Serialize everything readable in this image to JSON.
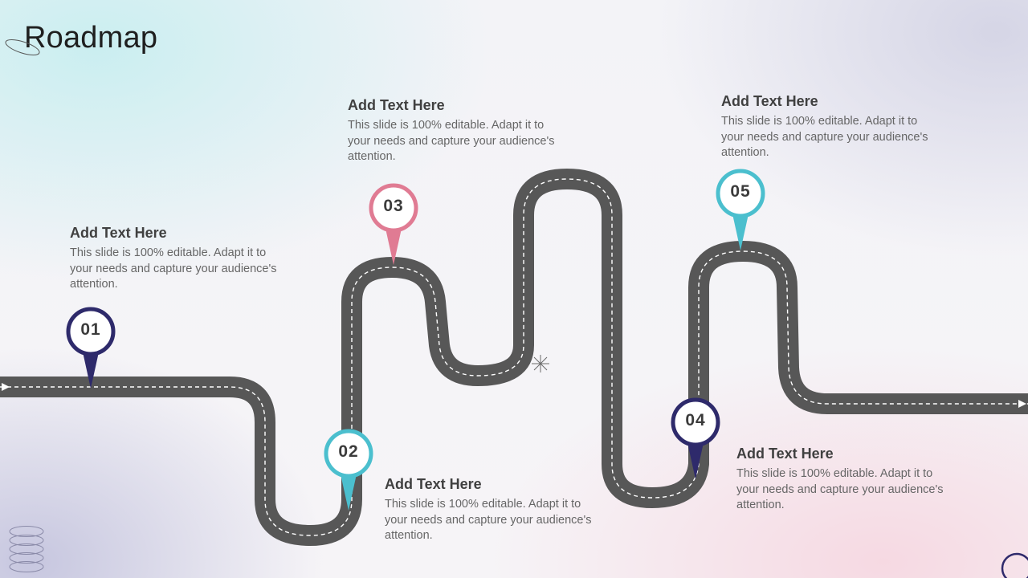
{
  "title": "Roadmap",
  "colors": {
    "road": "#575757",
    "dash": "#ffffff",
    "navy": "#2e2a6b",
    "teal": "#4bbfce",
    "pink": "#e07b93"
  },
  "milestones": [
    {
      "number": "01",
      "heading": "Add Text Here",
      "body": "This slide is 100% editable. Adapt it to your needs and capture your audience's attention.",
      "color": "#2e2a6b"
    },
    {
      "number": "02",
      "heading": "Add Text Here",
      "body": "This slide is 100% editable. Adapt it to your needs and capture your audience's attention.",
      "color": "#4bbfce"
    },
    {
      "number": "03",
      "heading": "Add Text Here",
      "body": "This slide is 100% editable. Adapt it to your needs and capture your audience's attention.",
      "color": "#e07b93"
    },
    {
      "number": "04",
      "heading": "Add Text Here",
      "body": "This slide is 100% editable. Adapt it to your needs and capture your audience's attention.",
      "color": "#2e2a6b"
    },
    {
      "number": "05",
      "heading": "Add Text Here",
      "body": "This slide is 100% editable. Adapt it to your needs and capture your audience's attention.",
      "color": "#4bbfce"
    }
  ]
}
